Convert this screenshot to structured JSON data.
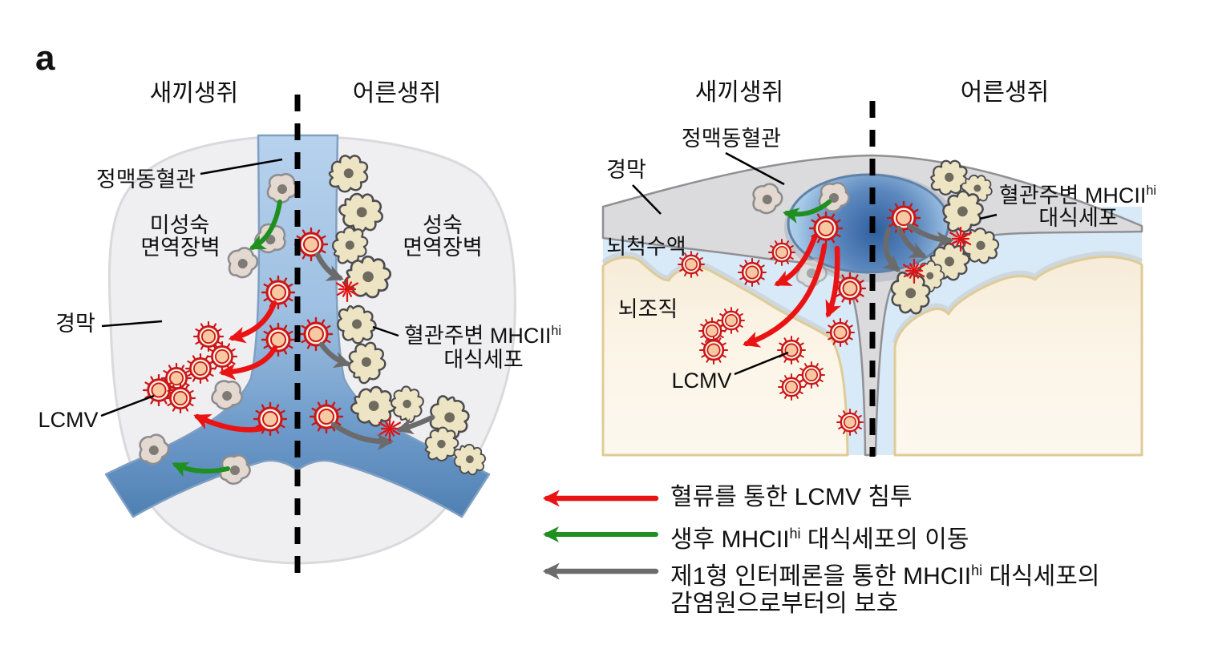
{
  "panel_label": "a",
  "colors": {
    "arrow_red": "#EA1313",
    "arrow_green": "#1F8F1F",
    "arrow_gray": "#6B6B6B",
    "virus_red": "#CB1616",
    "virus_core": "#F6C9A2",
    "virus_ring_bg": "#FCF0E4",
    "burst_red": "#E01212",
    "macrophage_fill": "#EDE4C4",
    "macrophage_outline": "#4C4C50",
    "macrophage_nucleus": "#6F6A5E",
    "immature_cell_fill": "#E4D9D0",
    "immature_cell_outline": "#8D8D91",
    "immature_cell_nucleus": "#7E7B77",
    "dura_left_fill": "#EFEFF2",
    "dura_left_edge": "#D9D9DE",
    "dura_right_fill": "#DBDBDE",
    "dura_right_edge": "#909094",
    "csf_fill": "#D8EAF7",
    "brain_fill": "#FBF4E6",
    "brain_edge": "#DECB96",
    "vessel_light": "#B7D2ED",
    "vessel_dark": "#4E7FB2",
    "text": "#111111"
  },
  "icons": {
    "virus": "lcmv-virion-icon",
    "macrophage": "mhcii-hi-macrophage-icon",
    "immature_cell": "immature-macrophage-icon",
    "burst": "neutralized-virus-burst-icon"
  },
  "left_diagram": {
    "title_baby": "새끼생쥐",
    "title_adult": "어른생쥐",
    "labels": {
      "sinus": "정맥동혈관",
      "immature1": "미성숙",
      "immature2": "면역장벽",
      "dura": "경막",
      "lcmv": "LCMV",
      "mature1": "성숙",
      "mature2": "면역장벽",
      "macro1": "혈관주변 MHCII",
      "macro_sup": "hi",
      "macro2": "대식세포"
    }
  },
  "right_diagram": {
    "title_baby": "새끼생쥐",
    "title_adult": "어른생쥐",
    "labels": {
      "sinus": "정맥동혈관",
      "dura": "경막",
      "csf": "뇌척수액",
      "brain": "뇌조직",
      "lcmv": "LCMV",
      "macro1": "혈관주변 MHCII",
      "macro_sup": "hi",
      "macro2": "대식세포"
    }
  },
  "legend": {
    "items": [
      {
        "arrow_color": "#EA1313",
        "text": "혈류를 통한 LCMV 침투"
      },
      {
        "arrow_color": "#1F8F1F",
        "pre": "생후 MHCII",
        "sup": "hi",
        "post": " 대식세포의 이동"
      },
      {
        "arrow_color": "#6B6B6B",
        "pre": "제1형 인터페론을 통한 MHCII",
        "sup": "hi",
        "post": " 대식세포의",
        "line2": "감염원으로부터의 보호"
      }
    ]
  }
}
